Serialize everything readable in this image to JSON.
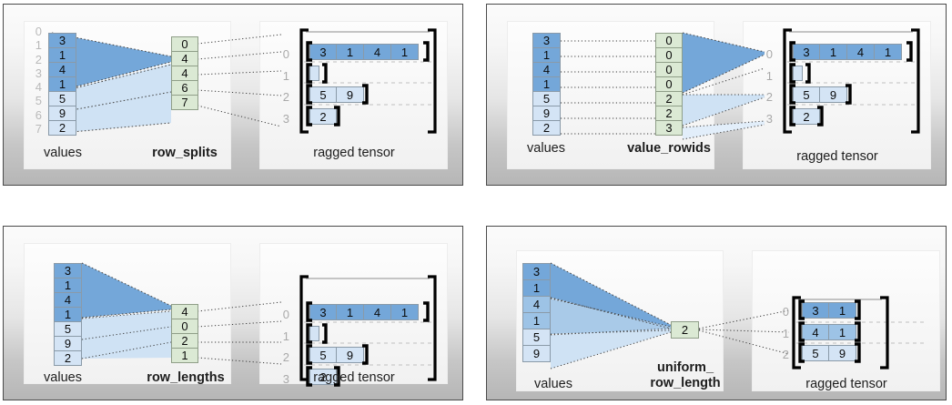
{
  "diagram": {
    "title_hidden": "",
    "colors": {
      "value_dark_blue": "#74a7d9",
      "value_mid_blue": "#9dc3e6",
      "value_light_blue": "#d4e4f5",
      "encoding_green": "#dbe9d4",
      "panel_border": "#4a4a4a",
      "index_gray": "#b9b9b9"
    },
    "common_labels": {
      "values": "values",
      "ragged_tensor": "ragged tensor"
    },
    "panels": [
      {
        "id": "row-splits",
        "encoding_label": "row_splits",
        "values_label": "values",
        "ragged_label": "ragged tensor",
        "values": [
          "3",
          "1",
          "4",
          "1",
          "5",
          "9",
          "2"
        ],
        "value_shades": [
          "b1",
          "b1",
          "b1",
          "b1",
          "b3",
          "b3",
          "b3"
        ],
        "value_indices": [
          "0",
          "1",
          "2",
          "3",
          "4",
          "5",
          "6",
          "7"
        ],
        "show_value_indices": true,
        "encoding_values": [
          "0",
          "4",
          "4",
          "6",
          "7"
        ],
        "ragged_row_indices": [
          "0",
          "1",
          "2",
          "3"
        ],
        "ragged_rows": [
          {
            "values": [
              "3",
              "1",
              "4",
              "1"
            ],
            "shade": "b1"
          },
          {
            "values": [],
            "shade": "b3"
          },
          {
            "values": [
              "5",
              "9"
            ],
            "shade": "b3"
          },
          {
            "values": [
              "2"
            ],
            "shade": "b3"
          }
        ]
      },
      {
        "id": "value-rowids",
        "encoding_label": "value_rowids",
        "values_label": "values",
        "ragged_label": "ragged tensor",
        "values": [
          "3",
          "1",
          "4",
          "1",
          "5",
          "9",
          "2"
        ],
        "value_shades": [
          "b1",
          "b1",
          "b1",
          "b1",
          "b3",
          "b3",
          "b3"
        ],
        "value_indices": [],
        "show_value_indices": false,
        "encoding_values": [
          "0",
          "0",
          "0",
          "0",
          "2",
          "2",
          "3"
        ],
        "ragged_row_indices": [
          "0",
          "1",
          "2",
          "3"
        ],
        "ragged_rows": [
          {
            "values": [
              "3",
              "1",
              "4",
              "1"
            ],
            "shade": "b1"
          },
          {
            "values": [],
            "shade": "b3"
          },
          {
            "values": [
              "5",
              "9"
            ],
            "shade": "b3"
          },
          {
            "values": [
              "2"
            ],
            "shade": "b3"
          }
        ]
      },
      {
        "id": "row-lengths",
        "encoding_label": "row_lengths",
        "values_label": "values",
        "ragged_label": "ragged tensor",
        "values": [
          "3",
          "1",
          "4",
          "1",
          "5",
          "9",
          "2"
        ],
        "value_shades": [
          "b1",
          "b1",
          "b1",
          "b1",
          "b3",
          "b3",
          "b3"
        ],
        "value_indices": [],
        "show_value_indices": false,
        "encoding_values": [
          "4",
          "0",
          "2",
          "1"
        ],
        "ragged_row_indices": [
          "0",
          "1",
          "2",
          "3"
        ],
        "ragged_rows": [
          {
            "values": [
              "3",
              "1",
              "4",
              "1"
            ],
            "shade": "b1"
          },
          {
            "values": [],
            "shade": "b3"
          },
          {
            "values": [
              "5",
              "9"
            ],
            "shade": "b3"
          },
          {
            "values": [
              "2"
            ],
            "shade": "b3"
          }
        ]
      },
      {
        "id": "uniform-row-length",
        "encoding_label_line1": "uniform_",
        "encoding_label_line2": "row_length",
        "values_label": "values",
        "ragged_label": "ragged tensor",
        "values": [
          "3",
          "1",
          "4",
          "1",
          "5",
          "9"
        ],
        "value_shades": [
          "b1",
          "b1",
          "b2",
          "b2",
          "b3",
          "b3"
        ],
        "value_indices": [],
        "show_value_indices": false,
        "encoding_values": [
          "2"
        ],
        "ragged_row_indices": [
          "0",
          "1",
          "2"
        ],
        "ragged_rows": [
          {
            "values": [
              "3",
              "1"
            ],
            "shade": "b1"
          },
          {
            "values": [
              "4",
              "1"
            ],
            "shade": "b2"
          },
          {
            "values": [
              "5",
              "9"
            ],
            "shade": "b3"
          }
        ]
      }
    ]
  }
}
